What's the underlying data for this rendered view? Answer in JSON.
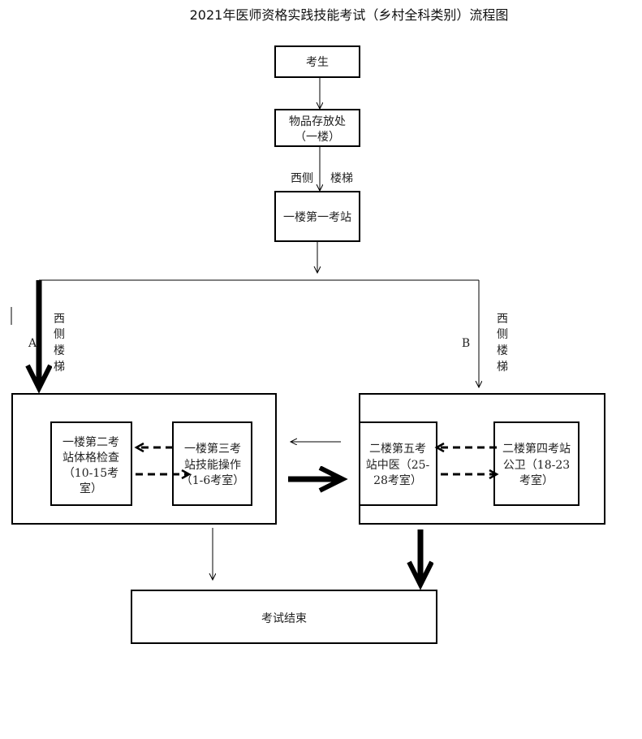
{
  "title": "2021年医师资格实践技能考试（乡村全科类别）流程图",
  "nodes": {
    "candidate": "考生",
    "storage": [
      "物品存放处",
      "（一楼）"
    ],
    "station1": "一楼第一考站",
    "station2": [
      "一楼第二考",
      "站体格检查",
      "（10-15考",
      "室）"
    ],
    "station3": [
      "一楼第三考",
      "站技能操作",
      "（1-6考室）"
    ],
    "station5": [
      "二楼第五考",
      "站中医（25-",
      "28考室）"
    ],
    "station4": [
      "二楼第四考站",
      "公卫（18-23",
      "考室）"
    ],
    "end": "考试结束"
  },
  "labels": {
    "stairs_left": "西侧",
    "stairs_right": "楼梯",
    "route_a": "A",
    "route_b": "B",
    "west_stairs_a": [
      "西",
      "侧",
      "楼",
      "梯"
    ],
    "west_stairs_b": [
      "西",
      "侧",
      "楼",
      "梯"
    ]
  }
}
